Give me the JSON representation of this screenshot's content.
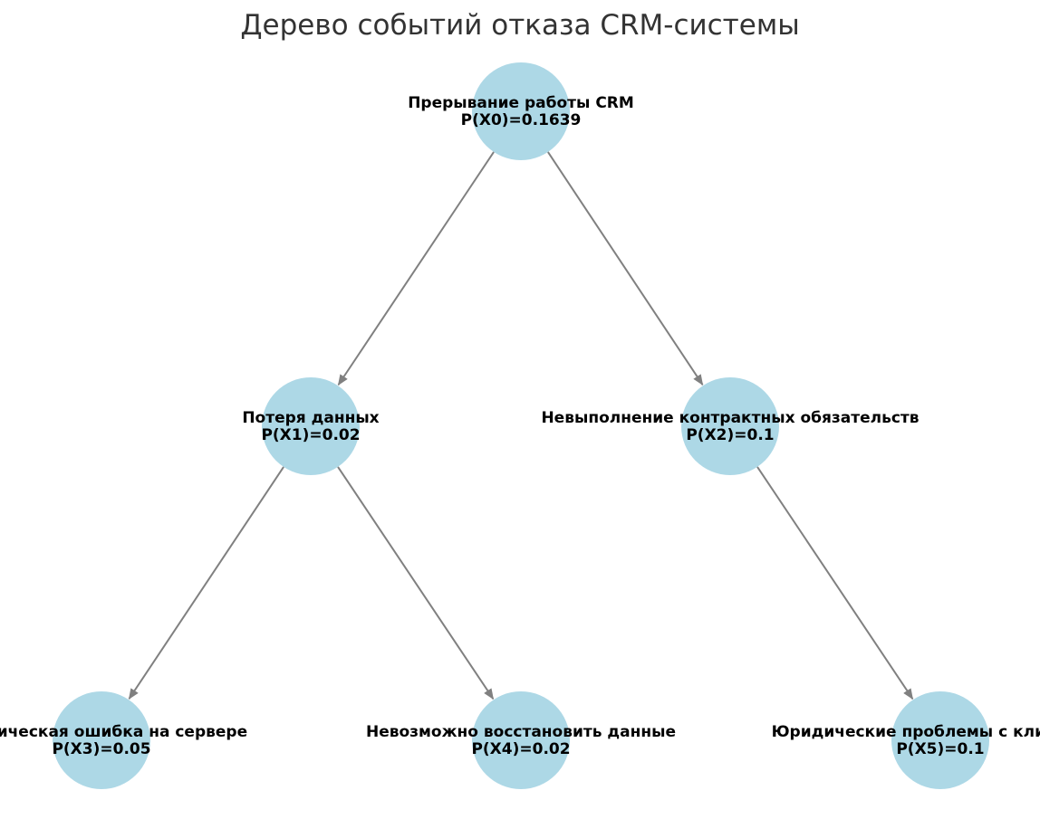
{
  "title": "Дерево событий отказа CRM-системы",
  "colors": {
    "node_fill": "#add8e6",
    "edge": "#808080",
    "text": "#000000",
    "title": "#333333"
  },
  "nodes": [
    {
      "id": "X0",
      "label": "Прерывание работы CRM",
      "prob": "P(X0)=0.1639"
    },
    {
      "id": "X1",
      "label": "Потеря данных",
      "prob": "P(X1)=0.02"
    },
    {
      "id": "X2",
      "label": "Невыполнение контрактных обязательств",
      "prob": "P(X2)=0.1"
    },
    {
      "id": "X3",
      "label": "Техническая ошибка на сервере",
      "prob": "P(X3)=0.05"
    },
    {
      "id": "X4",
      "label": "Невозможно восстановить данные",
      "prob": "P(X4)=0.02"
    },
    {
      "id": "X5",
      "label": "Юридические проблемы с клиентами",
      "prob": "P(X5)=0.1"
    }
  ],
  "edges": [
    {
      "from": "X0",
      "to": "X1"
    },
    {
      "from": "X0",
      "to": "X2"
    },
    {
      "from": "X1",
      "to": "X3"
    },
    {
      "from": "X1",
      "to": "X4"
    },
    {
      "from": "X2",
      "to": "X5"
    }
  ]
}
